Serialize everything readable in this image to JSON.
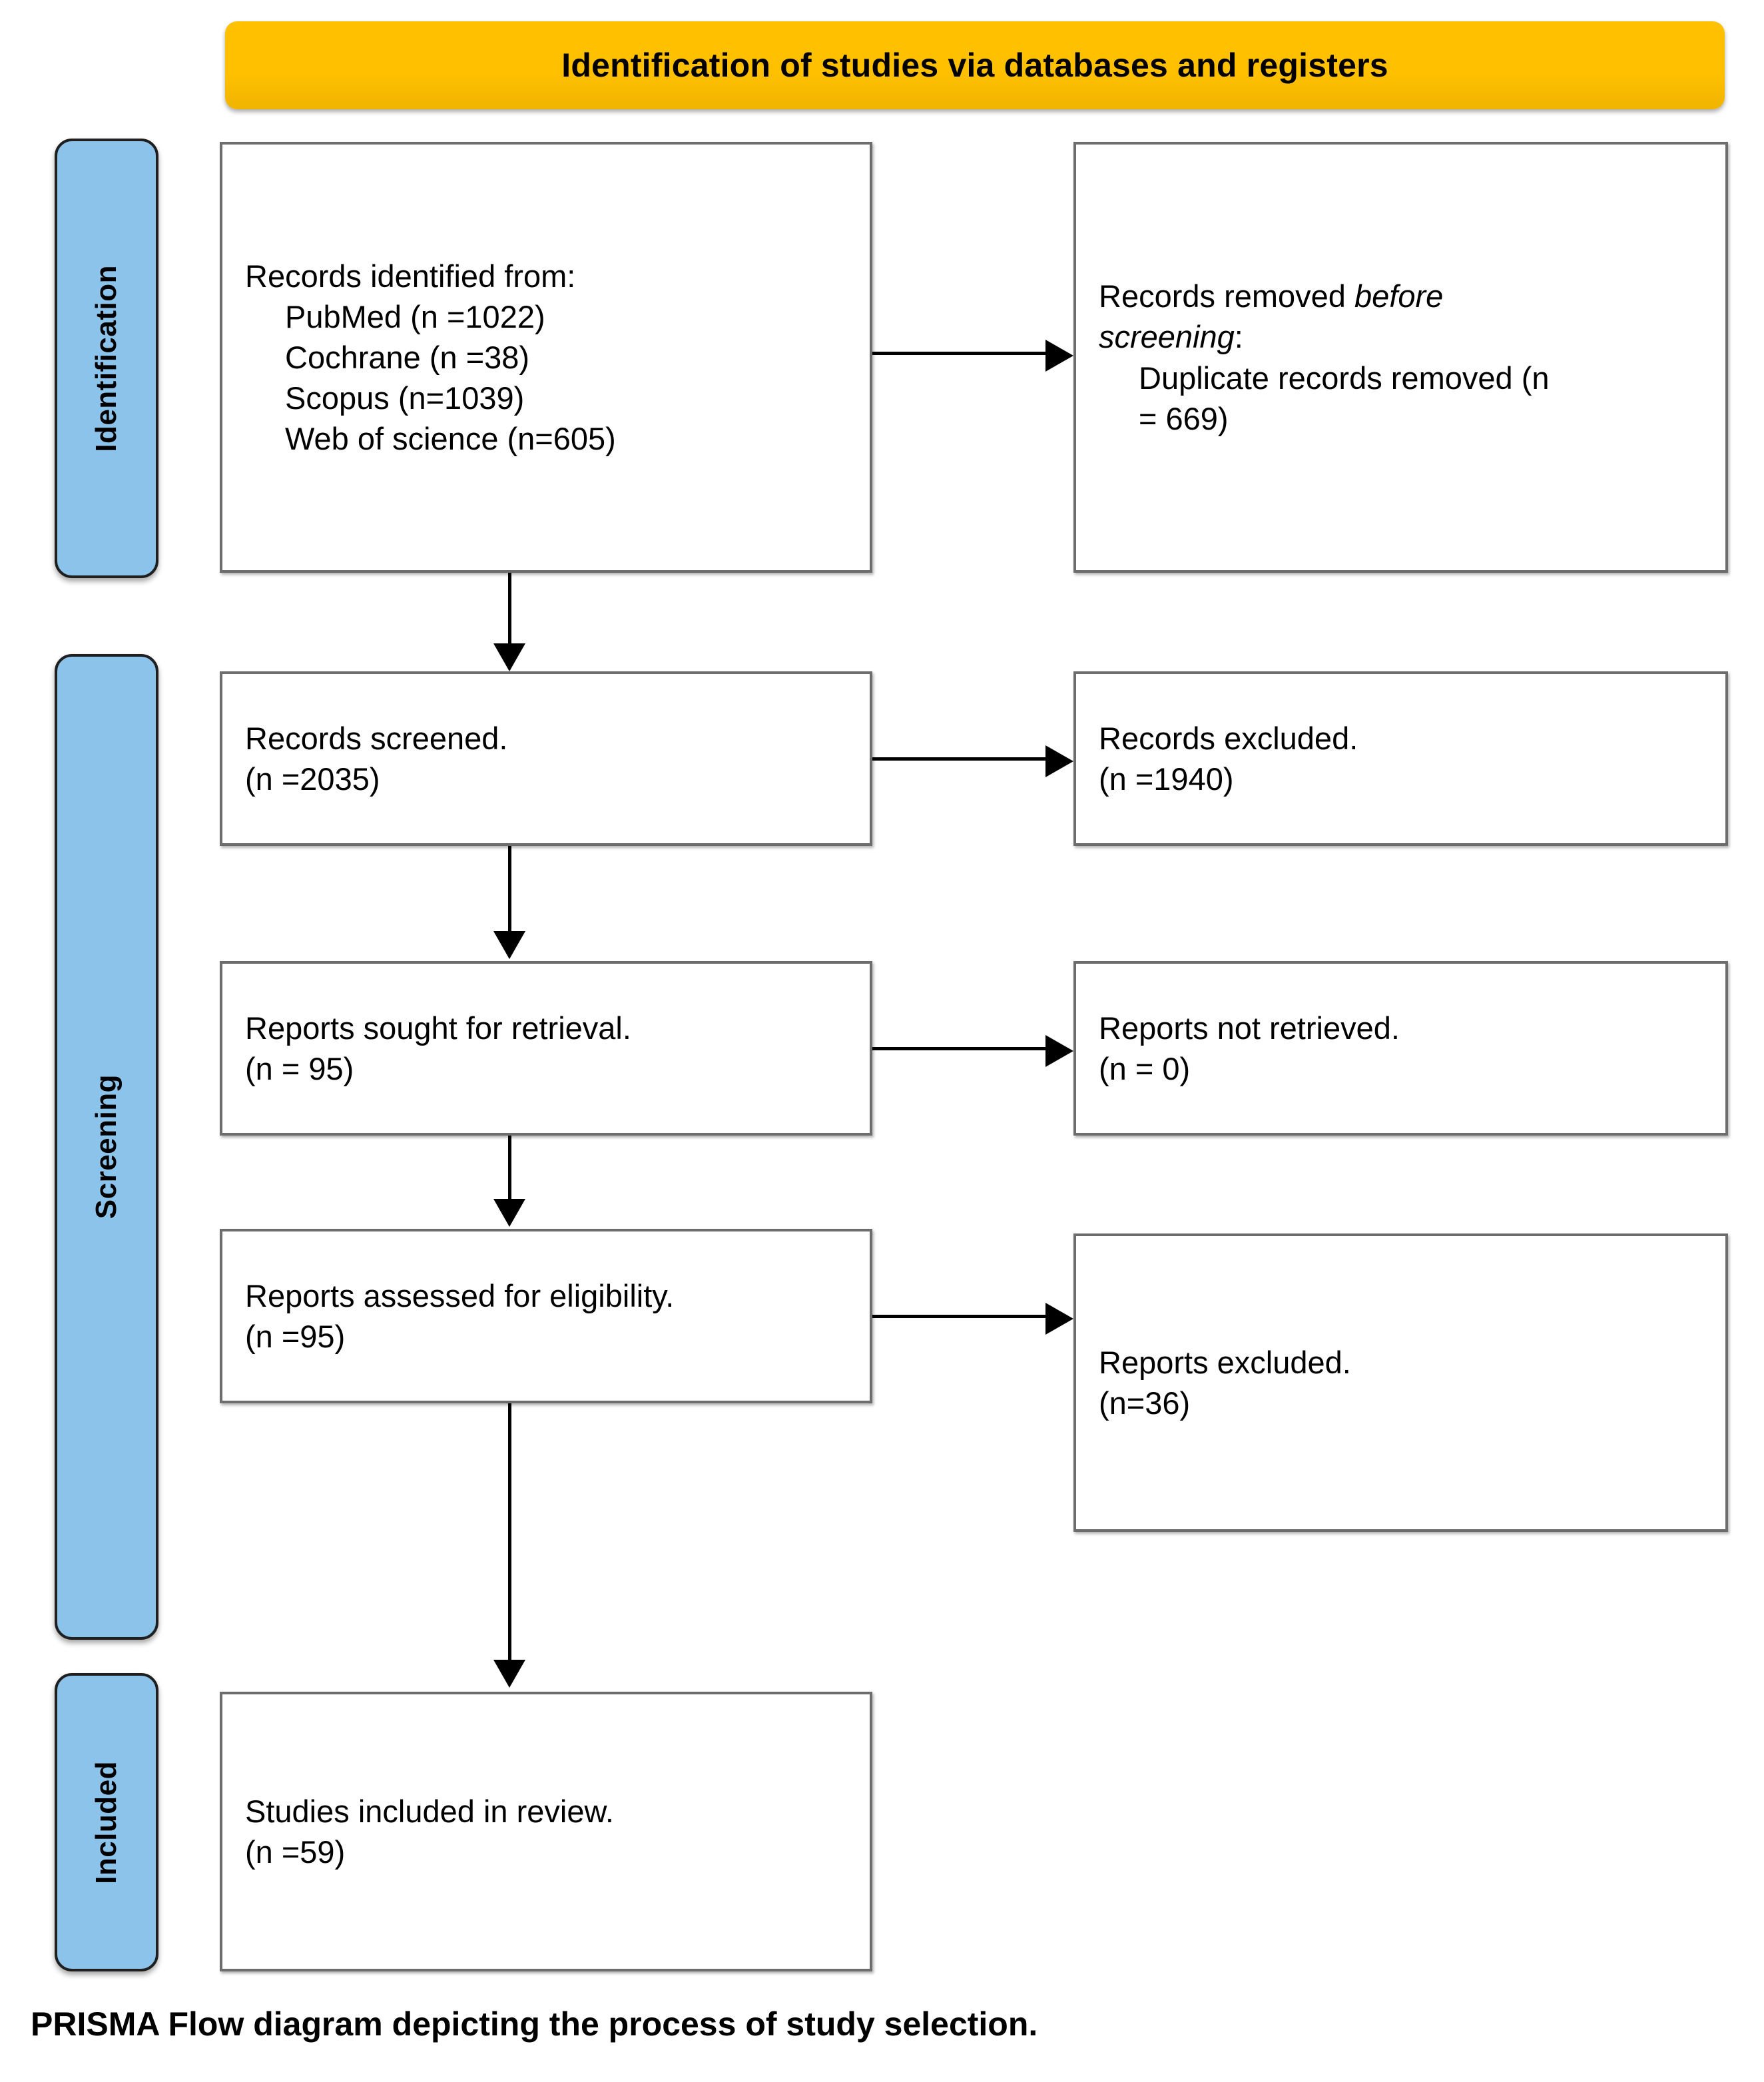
{
  "banner": {
    "title": "Identification of studies via databases and registers"
  },
  "rails": [
    {
      "id": "identification",
      "label": "Identification"
    },
    {
      "id": "screening",
      "label": "Screening"
    },
    {
      "id": "included",
      "label": "Included"
    }
  ],
  "boxes": {
    "identified": {
      "line1": "Records identified from:",
      "line2": "PubMed (n =1022)",
      "line3": "Cochrane (n =38)",
      "line4": "Scopus (n=1039)",
      "line5": "Web of science (n=605)"
    },
    "removed": {
      "line1a": "Records removed ",
      "line1b": "before",
      "line2a": "screening",
      "line2b": ":",
      "line3": "Duplicate records removed (n",
      "line4": "= 669)"
    },
    "screened": {
      "line1": "Records screened.",
      "line2": "(n =2035)"
    },
    "records_excluded": {
      "line1": "Records excluded.",
      "line2": "(n =1940)"
    },
    "sought": {
      "line1": "Reports sought for retrieval.",
      "line2": "(n = 95)"
    },
    "not_retrieved": {
      "line1": "Reports not retrieved.",
      "line2": "(n = 0)"
    },
    "assessed": {
      "line1": "Reports assessed for eligibility.",
      "line2": "(n =95)"
    },
    "reports_excluded": {
      "line1": "Reports excluded.",
      "line2": "(n=36)"
    },
    "included": {
      "line1": "Studies included in review.",
      "line2": "(n =59)"
    }
  },
  "caption": {
    "text": "PRISMA Flow diagram depicting the process of study selection."
  },
  "colors": {
    "banner": "#ffc000",
    "rail": "#8cc3eb",
    "box_border": "#6d6d6d",
    "connector": "#000000",
    "text": "#000000"
  },
  "chart_data": {
    "type": "diagram",
    "title": "PRISMA Flow diagram depicting the process of study selection.",
    "stages": [
      {
        "stage": "Identification",
        "included_box": {
          "label": "Records identified from",
          "sources": [
            {
              "name": "PubMed",
              "n": 1022
            },
            {
              "name": "Cochrane",
              "n": 38
            },
            {
              "name": "Scopus",
              "n": 1039
            },
            {
              "name": "Web of science",
              "n": 605
            }
          ]
        },
        "excluded_box": {
          "label": "Records removed before screening",
          "items": [
            {
              "name": "Duplicate records removed",
              "n": 669
            }
          ]
        }
      },
      {
        "stage": "Screening",
        "included_box": {
          "label": "Records screened.",
          "n": 2035
        },
        "excluded_box": {
          "label": "Records excluded.",
          "n": 1940
        }
      },
      {
        "stage": "Screening",
        "included_box": {
          "label": "Reports sought for retrieval.",
          "n": 95
        },
        "excluded_box": {
          "label": "Reports not retrieved.",
          "n": 0
        }
      },
      {
        "stage": "Screening",
        "included_box": {
          "label": "Reports assessed for eligibility.",
          "n": 95
        },
        "excluded_box": {
          "label": "Reports excluded.",
          "n": 36
        }
      },
      {
        "stage": "Included",
        "included_box": {
          "label": "Studies included in review.",
          "n": 59
        },
        "excluded_box": null
      }
    ]
  }
}
